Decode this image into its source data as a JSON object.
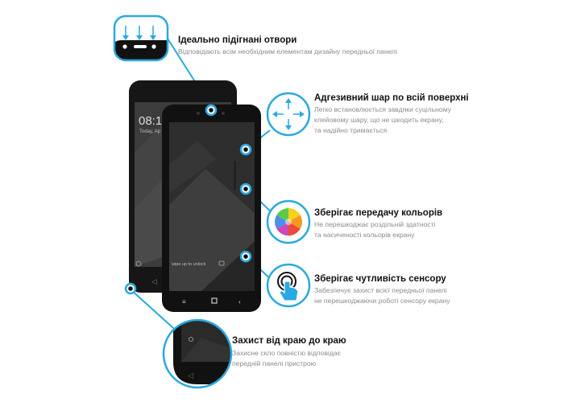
{
  "features": [
    {
      "title": "Ідеально підігнані отвори",
      "desc": [
        "Відповідають всім необхідним елементам дизайну передньої панелі"
      ]
    },
    {
      "title": "Адгезивний шар по всій поверхні",
      "desc": [
        "Легко встановлюється завдяки суцільному",
        "клейовому шару, що не шкодить екрану,",
        "та надійно тримається"
      ]
    },
    {
      "title": "Зберігає передачу кольорів",
      "desc": [
        "Не перешкоджає роздільній здатності",
        "та насиченості кольорів екрану"
      ]
    },
    {
      "title": "Зберігає чутливість сенсору",
      "desc": [
        "Забезпечує захист всієї передньої панелі",
        "не перешкоджаючи роботі сенсору екрану"
      ]
    },
    {
      "title": "Захист від краю до краю",
      "desc": [
        "Захисне скло повністю відповідає",
        "передній панелі пристрою"
      ]
    }
  ],
  "phone": {
    "clock": "08:1",
    "date": "Today, Ap",
    "unlock_text": "wipe up to unlock"
  },
  "colors": {
    "accent": "#29a9e1",
    "frame": "#111111"
  },
  "icons": [
    "arrows-down-icon",
    "move-arrows-icon",
    "color-wheel-icon",
    "touch-hand-icon"
  ]
}
